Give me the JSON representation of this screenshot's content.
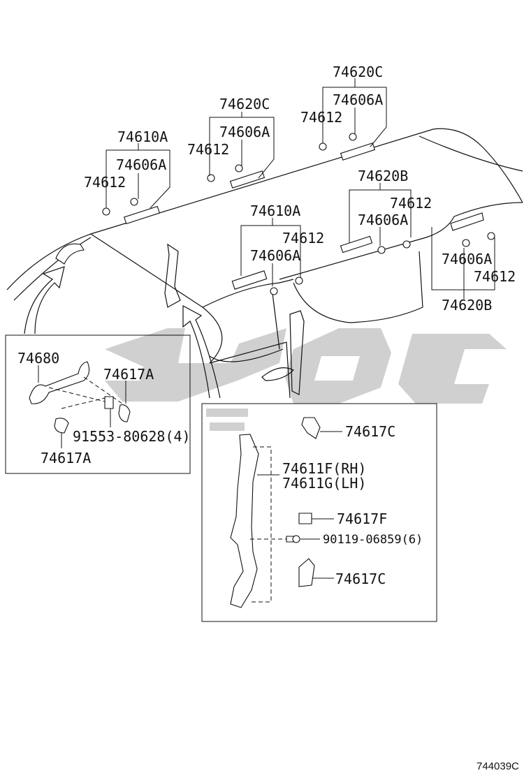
{
  "diagram": {
    "figure_code": "744039C",
    "top_groups": [
      {
        "assembly": "74610A",
        "sub": "74606A",
        "clip": "74612"
      },
      {
        "assembly": "74620C",
        "sub": "74606A",
        "clip": "74612"
      },
      {
        "assembly": "74620C",
        "sub": "74606A",
        "clip": "74612"
      }
    ],
    "rear_group": {
      "assembly": "74620B",
      "sub": "74606A",
      "clip": "74612"
    },
    "mid_group": {
      "assembly": "74610A",
      "sub": "74606A",
      "clip": "74612"
    },
    "right_group": {
      "assembly": "74620B",
      "sub": "74606A",
      "clip": "74612"
    },
    "left_inset": {
      "handle": "74680",
      "cover_right": "74617A",
      "cover_bottom": "74617A",
      "screw": "91553-80628(4)"
    },
    "right_inset": {
      "cover_top": "74617C",
      "grip_rh": "74611F(RH)",
      "grip_lh": "74611G(LH)",
      "cover_mid": "74617F",
      "bolt": "90119-06859(6)",
      "cover_bottom": "74617C"
    }
  }
}
